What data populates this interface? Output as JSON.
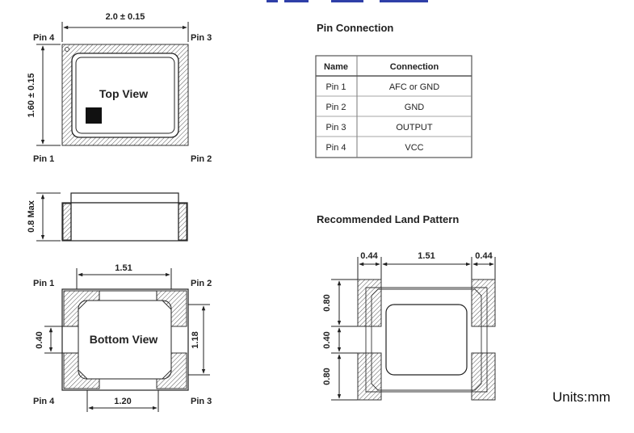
{
  "top_view": {
    "width_dim": "2.0 ± 0.15",
    "height_dim": "1.60 ± 0.15",
    "label": "Top View",
    "pin4": "Pin 4",
    "pin3": "Pin 3",
    "pin1": "Pin 1",
    "pin2": "Pin 2"
  },
  "side_view": {
    "height_dim": "0.8 Max"
  },
  "bottom_view": {
    "label": "Bottom View",
    "top_dim": "1.51",
    "bottom_dim": "1.20",
    "left_dim": "0.40",
    "right_dim": "1.18",
    "pin1": "Pin 1",
    "pin2": "Pin 2",
    "pin4": "Pin 4",
    "pin3": "Pin 3"
  },
  "pin_connection": {
    "title": "Pin Connection",
    "headers": [
      "Name",
      "Connection"
    ],
    "rows": [
      [
        "Pin 1",
        "AFC or GND"
      ],
      [
        "Pin 2",
        "GND"
      ],
      [
        "Pin 3",
        "OUTPUT"
      ],
      [
        "Pin 4",
        "VCC"
      ]
    ]
  },
  "land_pattern": {
    "title": "Recommended Land Pattern",
    "top_dims": [
      "0.44",
      "1.51",
      "0.44"
    ],
    "left_dims": [
      "0.80",
      "0.40",
      "0.80"
    ]
  },
  "units": "Units:mm"
}
